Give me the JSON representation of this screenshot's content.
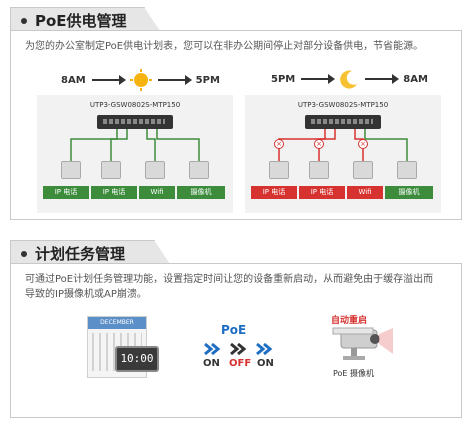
{
  "section1": {
    "title": "PoE供电管理",
    "description": "为您的办公室制定PoE供电计划表，您可以在非办公期间停止对部分设备供电，节省能源。",
    "left": {
      "start": "8AM",
      "end": "5PM",
      "model": "UTP3-GSW0802S-MTP150"
    },
    "right": {
      "start": "5PM",
      "end": "8AM",
      "model": "UTP3-GSW0802S-MTP150"
    },
    "devices": [
      "IP 电话",
      "IP 电话",
      "Wifi",
      "摄像机"
    ]
  },
  "section2": {
    "title": "计划任务管理",
    "description_line1": "可通过PoE计划任务管理功能，设置指定时间让您的设备重新启动，从而避免由于缓存溢出而",
    "description_line2": "导致的IP摄像机或AP崩溃。",
    "calendar_month": "DECEMBER",
    "clock_time": "10:00",
    "poe_label": "PoE",
    "on1": "ON",
    "off": "OFF",
    "on2": "ON",
    "restart_label": "自动重启",
    "camera_label": "PoE 摄像机"
  },
  "colors": {
    "green": "#3c8c3c",
    "red": "#d6322f",
    "accent_blue": "#1e6fc4"
  }
}
